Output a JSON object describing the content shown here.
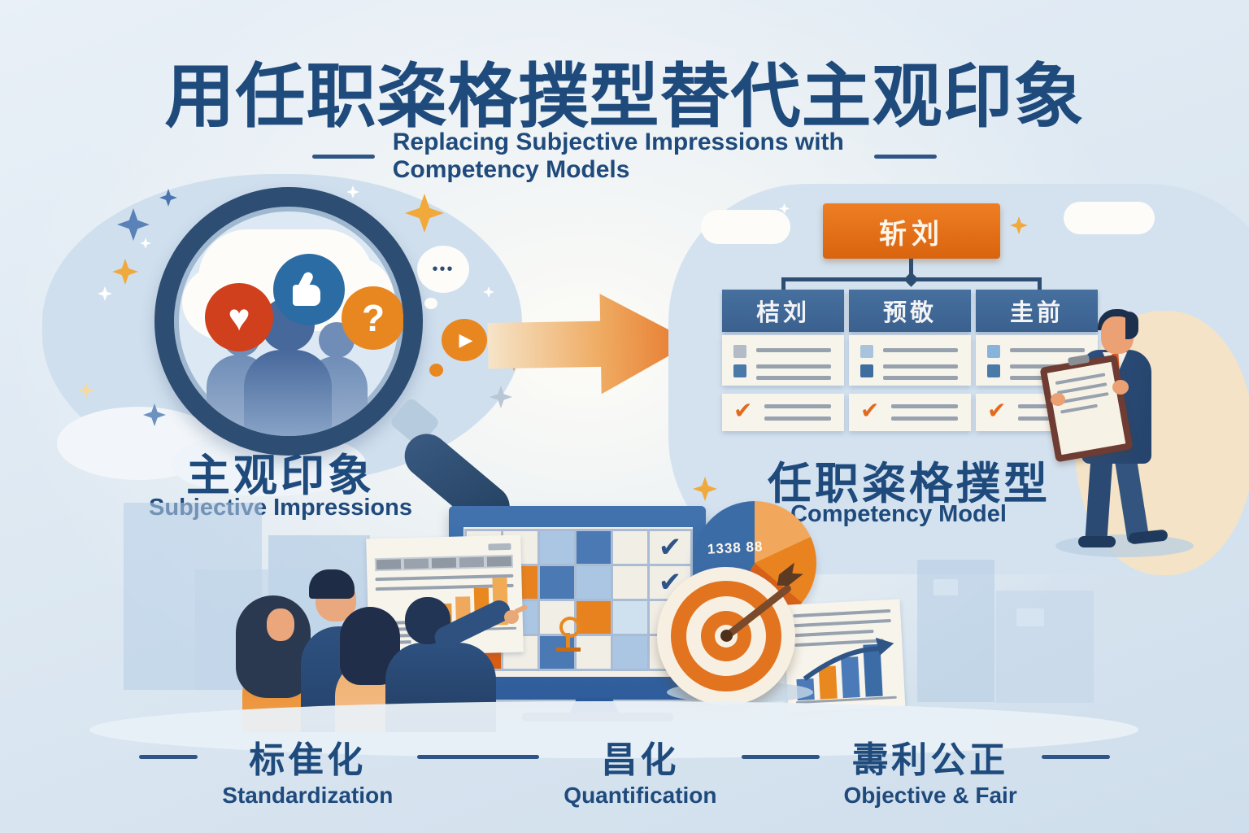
{
  "header": {
    "title_zh": "用任职粢格撲型替代主观印象",
    "subtitle_en": "Replacing Subjective Impressions with Competency Models"
  },
  "left_scene": {
    "label_zh": "主观印象",
    "label_en": "Subjective Impressions"
  },
  "right_scene": {
    "label_zh": "任职粢格撲型",
    "label_en": "Competency Model"
  },
  "org_chart": {
    "root_label": "斩刘",
    "columns": [
      {
        "header": "桔刘"
      },
      {
        "header": "预敬"
      },
      {
        "header": "圭前"
      }
    ]
  },
  "pie": {
    "label": "1338 88"
  },
  "footer": {
    "items": [
      {
        "zh": "标隹化",
        "en": "Standardization"
      },
      {
        "zh": "昌化",
        "en": "Quantification"
      },
      {
        "zh": "夀利公正",
        "en": "Objective & Fair"
      }
    ]
  },
  "icons": {
    "heart_glyph": "♥",
    "question_glyph": "?",
    "play_glyph": "▶",
    "ellipsis_glyph": "•••",
    "check_glyph": "✔"
  },
  "colors": {
    "navy_text": "#1f4a7c",
    "deep_navy": "#2e4d72",
    "accent_orange": "#e8781f",
    "deep_orange": "#d85c12",
    "steel_blue": "#41689a",
    "check_orange": "#e06b1e",
    "beige": "#f4e3c6",
    "light_blue": "#cfdfee"
  }
}
